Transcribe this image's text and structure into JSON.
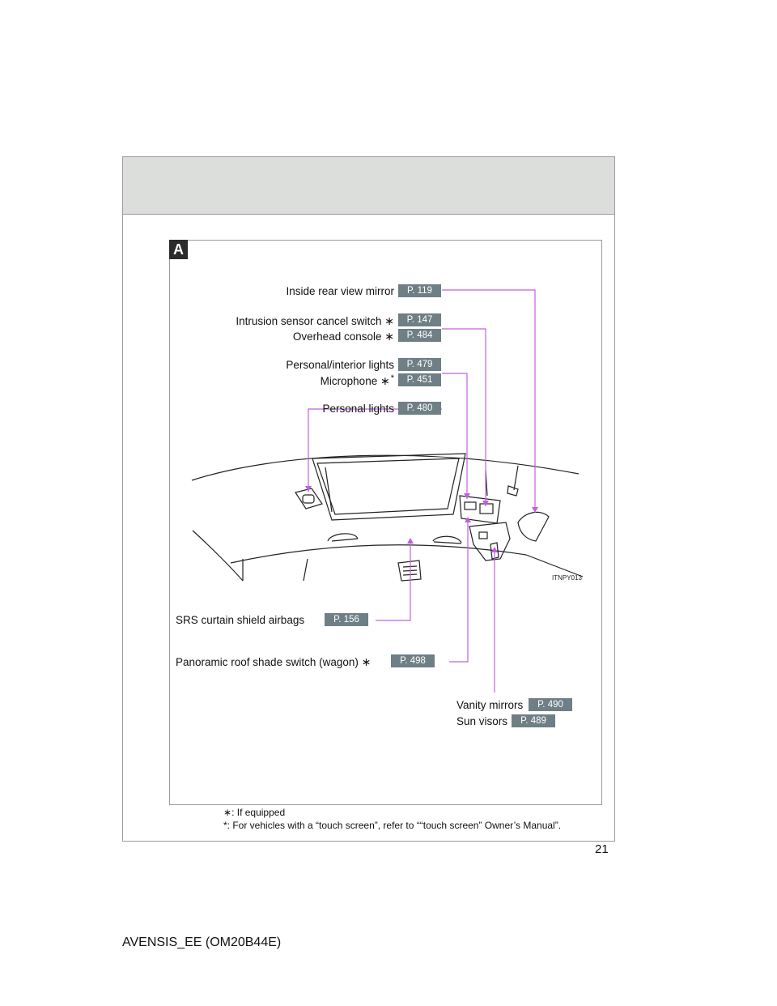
{
  "section_label": "A",
  "image_code": "ITNPY013",
  "callouts": [
    {
      "label": "Inside rear view mirror",
      "page": "P. 119",
      "mark": ""
    },
    {
      "label": "Intrusion sensor cancel switch",
      "page": "P. 147",
      "mark": "∗"
    },
    {
      "label": "Overhead console",
      "page": "P. 484",
      "mark": "∗"
    },
    {
      "label": "Personal/interior lights",
      "page": "P. 479",
      "mark": ""
    },
    {
      "label": "Microphone",
      "page": "P. 451",
      "mark": "∗",
      "sup": "*"
    },
    {
      "label": "Personal lights",
      "page": "P. 480",
      "mark": ""
    },
    {
      "label": "SRS curtain shield airbags",
      "page": "P. 156",
      "mark": ""
    },
    {
      "label": "Panoramic roof shade switch (wagon)",
      "page": "P. 498",
      "mark": "∗"
    },
    {
      "label": "Vanity mirrors",
      "page": "P. 490",
      "mark": ""
    },
    {
      "label": "Sun visors",
      "page": "P. 489",
      "mark": ""
    }
  ],
  "footnotes": {
    "note1_mark": "∗",
    "note1": ": If equipped",
    "note2_mark": "*",
    "note2": ": For vehicles with a “touch screen”, refer to ““touch screen” Owner’s Manual”."
  },
  "page_number": "21",
  "doc_id": "AVENSIS_EE (OM20B44E)",
  "colors": {
    "leader": "#c060e0",
    "badge": "#6e7f85",
    "header_band": "#dcdedc"
  }
}
